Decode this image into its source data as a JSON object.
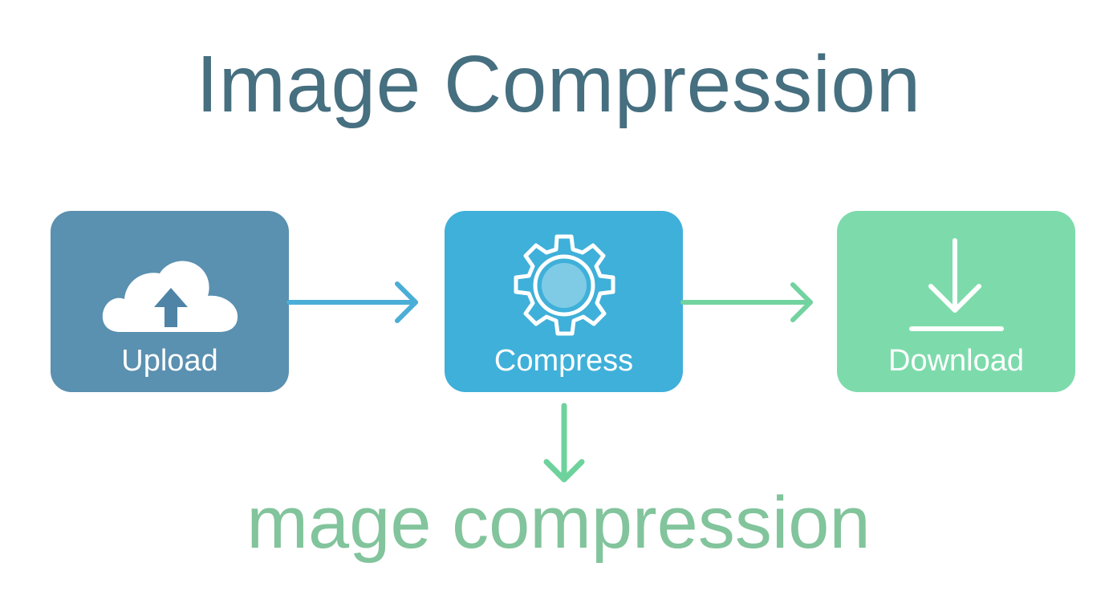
{
  "diagram": {
    "title": "Image Compression",
    "steps": [
      {
        "label": "Upload",
        "icon": "cloud-upload-icon",
        "color": "#5a90b0"
      },
      {
        "label": "Compress",
        "icon": "gear-icon",
        "color": "#3fb0d9"
      },
      {
        "label": "Download",
        "icon": "download-icon",
        "color": "#7ddbab"
      }
    ],
    "output_caption": "mage compression",
    "colors": {
      "title": "#466f80",
      "arrow_upload_compress": "#4aaed6",
      "arrow_compress_download": "#72d3a0",
      "arrow_output": "#6ed29c",
      "caption": "#82c49c"
    }
  }
}
